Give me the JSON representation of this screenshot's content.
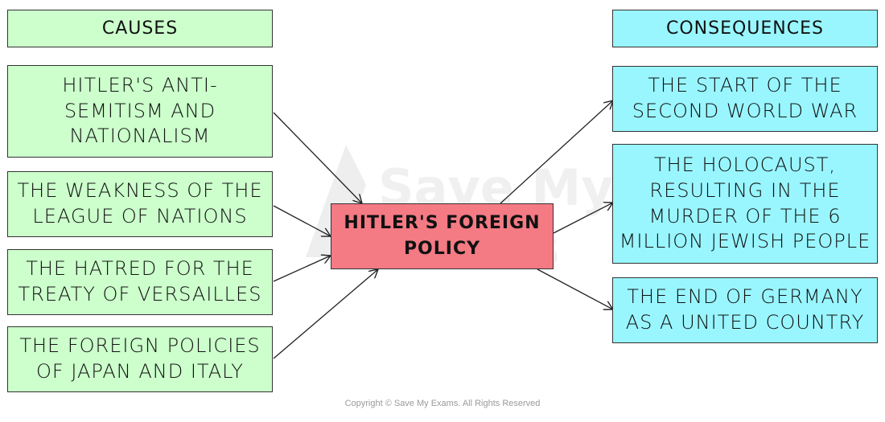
{
  "colors": {
    "cause": "#ccffcc",
    "consequence": "#99f6ff",
    "center": "#f47a84"
  },
  "causes_header": "CAUSES",
  "consequences_header": "CONSEQUENCES",
  "center": {
    "line1": "HITLER'S FOREIGN",
    "line2": "POLICY"
  },
  "causes": [
    {
      "line1": "HITLER'S ANTI-",
      "line2": "SEMITISM AND",
      "line3": "NATIONALISM"
    },
    {
      "line1": "THE WEAKNESS OF THE",
      "line2": "LEAGUE OF NATIONS"
    },
    {
      "line1": "THE HATRED FOR THE",
      "line2": "TREATY OF VERSAILLES"
    },
    {
      "line1": "THE FOREIGN POLICIES",
      "line2": "OF JAPAN AND ITALY"
    }
  ],
  "consequences": [
    {
      "line1": "THE START OF THE",
      "line2": "SECOND WORLD WAR"
    },
    {
      "line1": "THE HOLOCAUST,",
      "line2": "RESULTING IN THE",
      "line3": "MURDER OF THE 6",
      "line4": "MILLION JEWISH PEOPLE"
    },
    {
      "line1": "THE END OF GERMANY",
      "line2": "AS A UNITED COUNTRY"
    }
  ],
  "watermark": {
    "line1": "Save My",
    "line2": "Exams"
  },
  "copyright": "Copyright © Save My Exams. All Rights Reserved"
}
